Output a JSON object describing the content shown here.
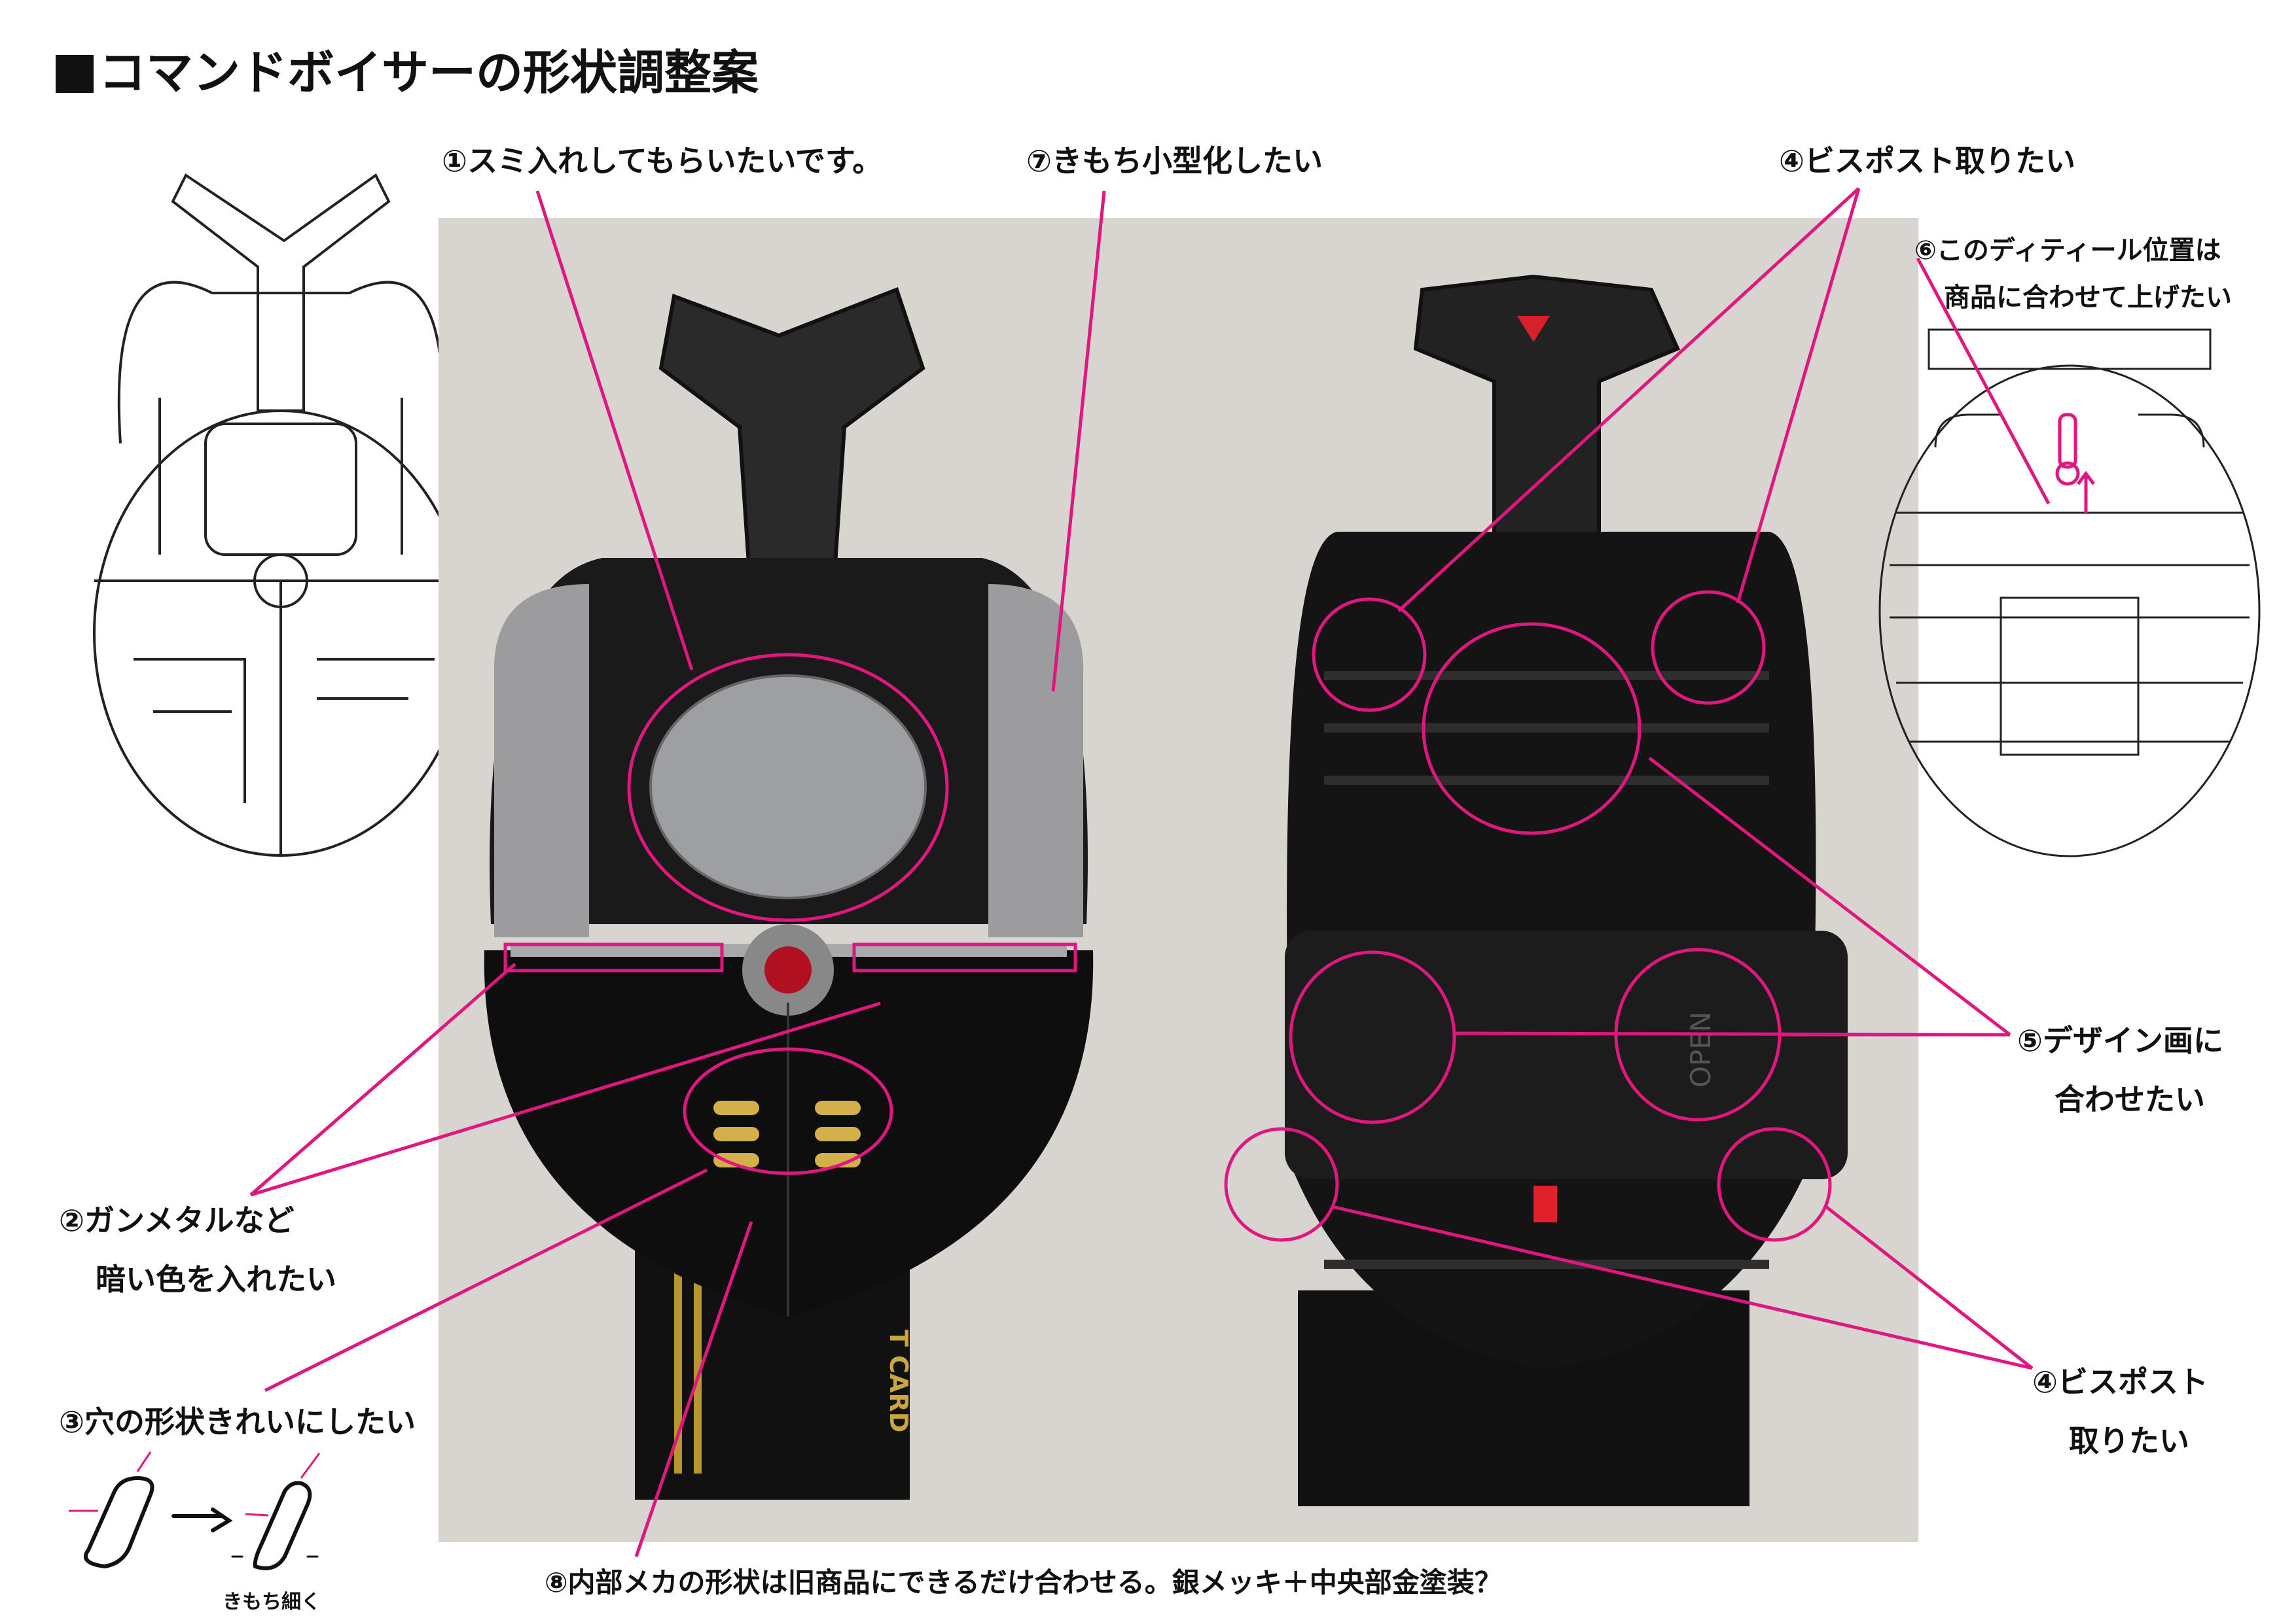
{
  "title": "コマンドボイサーの形状調整案",
  "accent_color": "#e0177f",
  "photo_background": "#d8d5d0",
  "annotations": {
    "a1": "①スミ入れしてもらいたいです。",
    "a7": "⑦きもち小型化したい",
    "a4_top": "④ビスポスト取りたい",
    "a6_line1": "⑥このディティール位置は",
    "a6_line2": "商品に合わせて上げたい",
    "a5_line1": "⑤デザイン画に",
    "a5_line2": "合わせたい",
    "a4_bottom_line1": "④ビスポスト",
    "a4_bottom_line2": "取りたい",
    "a2_line1": "②ガンメタルなど",
    "a2_line2": "暗い色を入れたい",
    "a3": "③穴の形状きれいにしたい",
    "a3_note": "きもち細く",
    "a8": "⑧内部メカの形状は旧商品にできるだけ合わせる。銀メッキ＋中央部金塗装？"
  },
  "photos": {
    "front_card_text": "T CARD",
    "back_label": "OPEN"
  }
}
